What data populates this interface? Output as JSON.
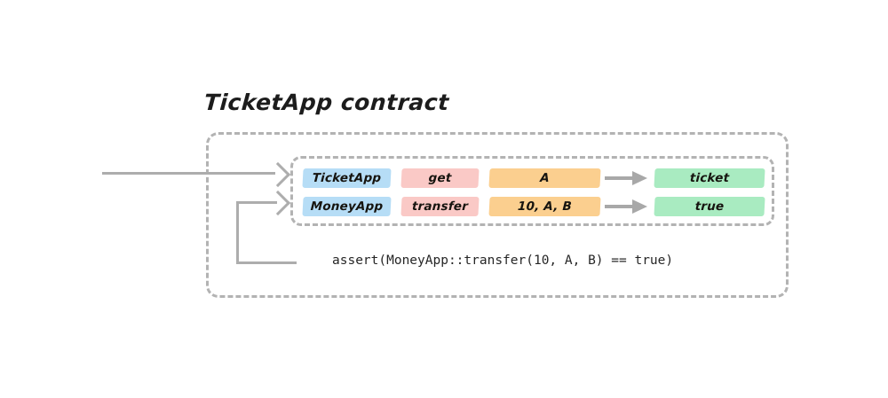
{
  "diagram": {
    "title": "TicketApp contract",
    "outer_container_name": "contract-boundary",
    "inner_container_name": "call-table",
    "colors": {
      "module_chip": "#b6ddf6",
      "method_chip": "#fac9c6",
      "args_chip": "#fbcf8f",
      "result_chip": "#a9ebc1",
      "arrow": "#a8a8a8",
      "dashed_border": "#b3b3b3",
      "text": "#16140f",
      "code_text": "#262626"
    },
    "rows": [
      {
        "module": "TicketApp",
        "method": "get",
        "args": "A",
        "result": "ticket"
      },
      {
        "module": "MoneyApp",
        "method": "transfer",
        "args": "10, A, B",
        "result": "true"
      }
    ],
    "code_line": "assert(MoneyApp::transfer(10, A, B) == true)"
  }
}
